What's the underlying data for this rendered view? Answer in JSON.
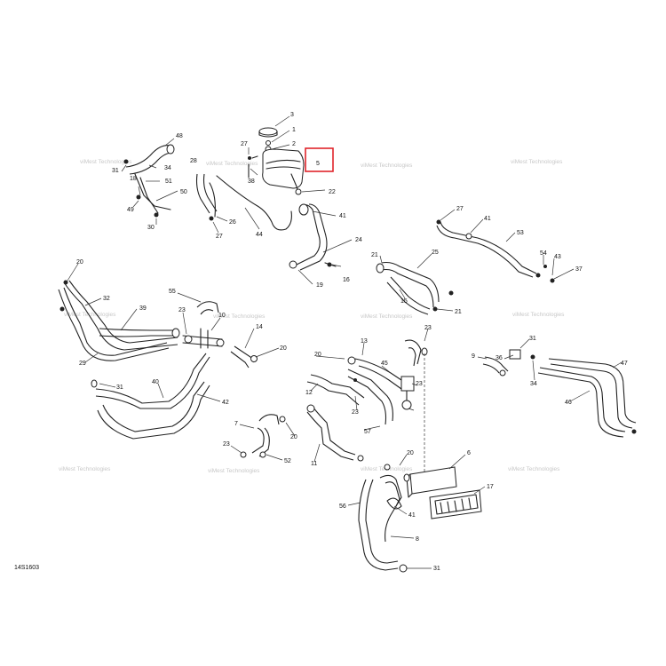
{
  "drawing_code": "14S1603",
  "watermark_text": "viMest Technologies",
  "highlight_color": "#e0252b",
  "highlighted_callout": "5",
  "callouts": [
    {
      "id": "c3",
      "text": "3"
    },
    {
      "id": "c1",
      "text": "1"
    },
    {
      "id": "c2",
      "text": "2"
    },
    {
      "id": "c27a",
      "text": "27"
    },
    {
      "id": "c5",
      "text": "5"
    },
    {
      "id": "c48",
      "text": "48"
    },
    {
      "id": "c28",
      "text": "28"
    },
    {
      "id": "c34a",
      "text": "34"
    },
    {
      "id": "c31a",
      "text": "31"
    },
    {
      "id": "c18",
      "text": "18"
    },
    {
      "id": "c51",
      "text": "51"
    },
    {
      "id": "c38",
      "text": "38"
    },
    {
      "id": "c22",
      "text": "22"
    },
    {
      "id": "c50",
      "text": "50"
    },
    {
      "id": "c49",
      "text": "49"
    },
    {
      "id": "c26",
      "text": "26"
    },
    {
      "id": "c41a",
      "text": "41"
    },
    {
      "id": "c30",
      "text": "30"
    },
    {
      "id": "c27b",
      "text": "27"
    },
    {
      "id": "c44",
      "text": "44"
    },
    {
      "id": "c27c",
      "text": "27"
    },
    {
      "id": "c41b",
      "text": "41"
    },
    {
      "id": "c53",
      "text": "53"
    },
    {
      "id": "c24",
      "text": "24"
    },
    {
      "id": "c54",
      "text": "54"
    },
    {
      "id": "c43",
      "text": "43"
    },
    {
      "id": "c37",
      "text": "37"
    },
    {
      "id": "c21a",
      "text": "21"
    },
    {
      "id": "c25",
      "text": "25"
    },
    {
      "id": "c20a",
      "text": "20"
    },
    {
      "id": "c16",
      "text": "16"
    },
    {
      "id": "c19",
      "text": "19"
    },
    {
      "id": "c15",
      "text": "15"
    },
    {
      "id": "c21b",
      "text": "21"
    },
    {
      "id": "c32",
      "text": "32"
    },
    {
      "id": "c55",
      "text": "55"
    },
    {
      "id": "c39",
      "text": "39"
    },
    {
      "id": "c23a",
      "text": "23"
    },
    {
      "id": "c10",
      "text": "10"
    },
    {
      "id": "c14",
      "text": "14"
    },
    {
      "id": "c20b",
      "text": "20"
    },
    {
      "id": "c29",
      "text": "29"
    },
    {
      "id": "c13",
      "text": "13"
    },
    {
      "id": "c23b",
      "text": "23"
    },
    {
      "id": "c9",
      "text": "9"
    },
    {
      "id": "c31b",
      "text": "31"
    },
    {
      "id": "c36",
      "text": "36"
    },
    {
      "id": "c34b",
      "text": "34"
    },
    {
      "id": "c47",
      "text": "47"
    },
    {
      "id": "c20c",
      "text": "20"
    },
    {
      "id": "c45",
      "text": "45"
    },
    {
      "id": "c23c",
      "text": "23"
    },
    {
      "id": "c31c",
      "text": "31"
    },
    {
      "id": "c40",
      "text": "40"
    },
    {
      "id": "c12",
      "text": "12"
    },
    {
      "id": "c42",
      "text": "42"
    },
    {
      "id": "c46",
      "text": "46"
    },
    {
      "id": "c23d",
      "text": "23"
    },
    {
      "id": "c57",
      "text": "57"
    },
    {
      "id": "c7",
      "text": "7"
    },
    {
      "id": "c20d",
      "text": "20"
    },
    {
      "id": "c23e",
      "text": "23"
    },
    {
      "id": "c11",
      "text": "11"
    },
    {
      "id": "c52",
      "text": "52"
    },
    {
      "id": "c6",
      "text": "6"
    },
    {
      "id": "c20e",
      "text": "20"
    },
    {
      "id": "c17",
      "text": "17"
    },
    {
      "id": "c56",
      "text": "56"
    },
    {
      "id": "c41c",
      "text": "41"
    },
    {
      "id": "c8",
      "text": "8"
    },
    {
      "id": "c31d",
      "text": "31"
    }
  ]
}
